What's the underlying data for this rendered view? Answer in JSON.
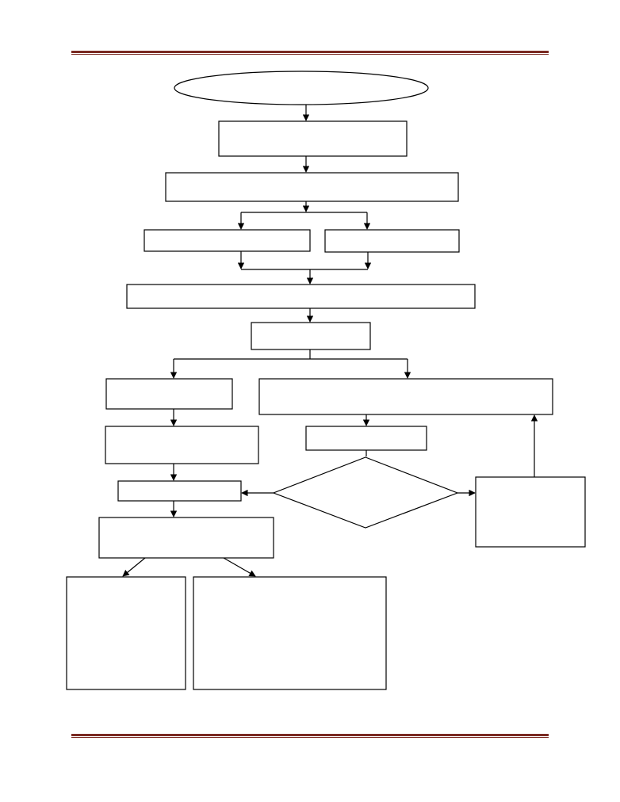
{
  "document": {
    "header_rule_color": "#7a2a22",
    "footer_rule_color": "#7a2a22"
  },
  "flowchart": {
    "stroke_color": "#000000",
    "fill_color": "#ffffff",
    "nodes": [
      {
        "id": "start",
        "shape": "ellipse",
        "text": ""
      },
      {
        "id": "step-1",
        "shape": "rect",
        "text": ""
      },
      {
        "id": "step-2",
        "shape": "rect",
        "text": ""
      },
      {
        "id": "branch-left",
        "shape": "rect",
        "text": ""
      },
      {
        "id": "branch-right",
        "shape": "rect",
        "text": ""
      },
      {
        "id": "merge",
        "shape": "rect",
        "text": ""
      },
      {
        "id": "split",
        "shape": "rect",
        "text": ""
      },
      {
        "id": "left-a",
        "shape": "rect",
        "text": ""
      },
      {
        "id": "right-wide",
        "shape": "rect",
        "text": ""
      },
      {
        "id": "left-b",
        "shape": "rect",
        "text": ""
      },
      {
        "id": "right-a",
        "shape": "rect",
        "text": ""
      },
      {
        "id": "decision",
        "shape": "diamond",
        "text": ""
      },
      {
        "id": "left-c",
        "shape": "rect",
        "text": ""
      },
      {
        "id": "loop-box",
        "shape": "rect",
        "text": ""
      },
      {
        "id": "left-d",
        "shape": "rect",
        "text": ""
      },
      {
        "id": "output-left",
        "shape": "rect",
        "text": ""
      },
      {
        "id": "output-right",
        "shape": "rect",
        "text": ""
      }
    ]
  }
}
